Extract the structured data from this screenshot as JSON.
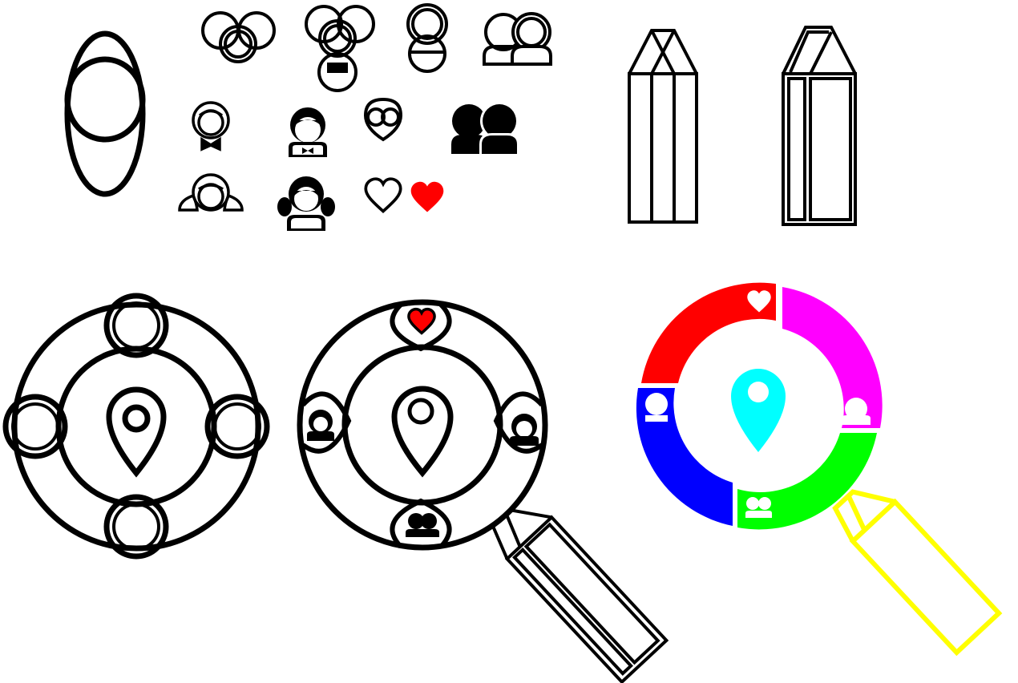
{
  "colors": {
    "ink": "#000000",
    "background": "#ffffff",
    "heart": "#ff0000",
    "segment_top": "#ff0000",
    "segment_right": "#ff00ff",
    "segment_bottom": "#00ff00",
    "segment_left": "#0000ff",
    "pin_center": "#00ffff",
    "pencil_color": "#ffff00"
  },
  "sketch_sheet": {
    "row_1_icons": [
      "oval-construction-icon",
      "three-rings-icon",
      "rings-person-icon",
      "stacked-circles-icon",
      "two-people-outline-icon",
      "pencil-outline-icon",
      "pencil-double-outline-icon"
    ],
    "row_2_icons": [
      "boy-outline-icon",
      "boy-filled-icon",
      "couple-bubble-icon",
      "two-people-filled-icon"
    ],
    "row_3_icons": [
      "girl-outline-icon",
      "girl-filled-icon",
      "heart-outline-icon",
      "heart-filled-icon"
    ],
    "row_4_icons": [
      "ring-construction-icon",
      "ring-outline-logo-icon",
      "ring-color-logo-icon"
    ],
    "color_ring_segments": [
      {
        "color_key": "segment_top",
        "icon": "heart-icon"
      },
      {
        "color_key": "segment_right",
        "icon": "girl-icon"
      },
      {
        "color_key": "segment_bottom",
        "icon": "two-people-icon"
      },
      {
        "color_key": "segment_left",
        "icon": "boy-icon"
      }
    ]
  }
}
